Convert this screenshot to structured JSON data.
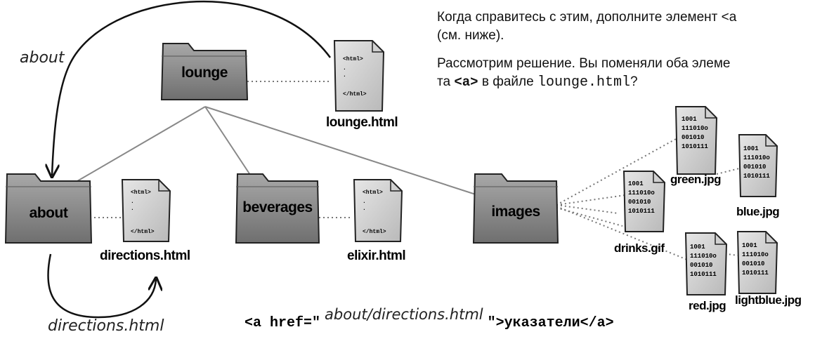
{
  "instructions": {
    "line1": "Когда справитесь с этим, дополните элемент <a",
    "line2": "(см. ниже).",
    "line3": "Рассмотрим решение. Вы поменяли оба элеме",
    "line4_prefix": "та ",
    "line4_tag": "<a>",
    "line4_mid": " в файле ",
    "line4_file": "lounge.html",
    "line4_suffix": "?"
  },
  "annotations": {
    "about": "about",
    "directions": "directions.html"
  },
  "folders": {
    "lounge": "lounge",
    "about": "about",
    "beverages": "beverages",
    "images": "images"
  },
  "files": {
    "lounge_html": "lounge.html",
    "directions_html": "directions.html",
    "elixir_html": "elixir.html",
    "green_jpg": "green.jpg",
    "blue_jpg": "blue.jpg",
    "drinks_gif": "drinks.gif",
    "red_jpg": "red.jpg",
    "lightblue_jpg": "lightblue.jpg"
  },
  "doc_content": {
    "open_tag": "<html>",
    "close_tag": "</html>",
    "dots": "."
  },
  "binary_content": {
    "rows": [
      "1001",
      "111010o",
      "001010",
      "1010111"
    ]
  },
  "code": {
    "prefix": "<a href=\"",
    "handwritten": "about/directions.html",
    "suffix": "\">указатели</a>"
  }
}
